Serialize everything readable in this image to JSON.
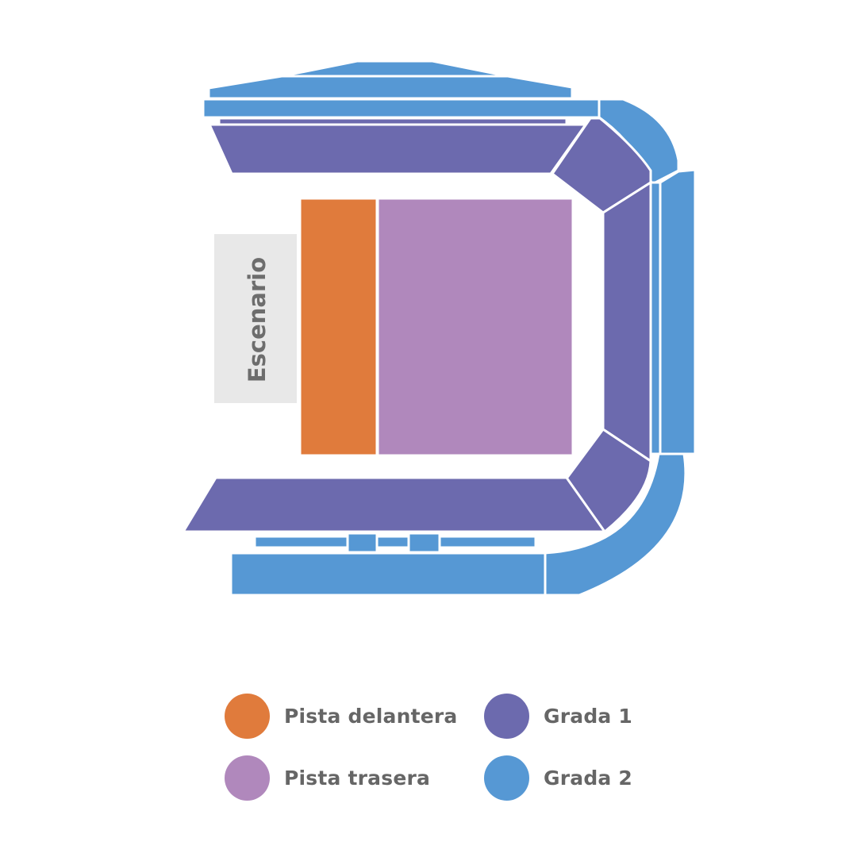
{
  "stage": {
    "label": "Escenario",
    "color": "#e8e8e8"
  },
  "sections": {
    "pista_delantera": {
      "color": "#e07b3c"
    },
    "pista_trasera": {
      "color": "#b088bc"
    },
    "grada_1": {
      "color": "#6c6aae"
    },
    "grada_2": {
      "color": "#5698d4"
    }
  },
  "legend": [
    {
      "label": "Pista delantera",
      "color": "#e07b3c"
    },
    {
      "label": "Grada 1",
      "color": "#6c6aae"
    },
    {
      "label": "Pista trasera",
      "color": "#b088bc"
    },
    {
      "label": "Grada 2",
      "color": "#5698d4"
    }
  ]
}
